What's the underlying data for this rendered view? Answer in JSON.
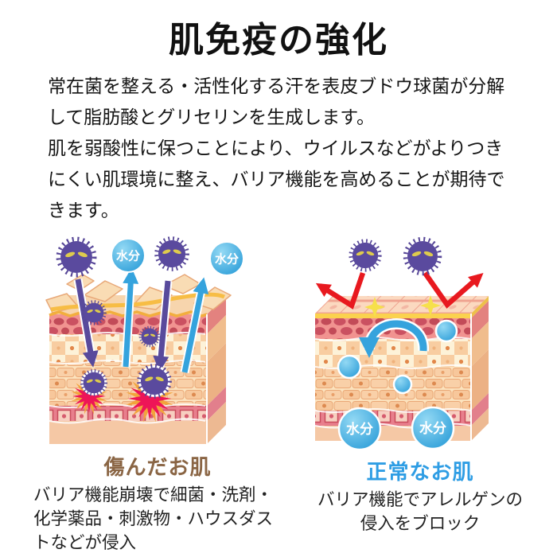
{
  "title": "肌免疫の強化",
  "intro": {
    "p1": "常在菌を整える・活性化する汗を表皮ブドウ球菌が分解して脂肪酸とグリセリンを生成します。",
    "p2": "肌を弱酸性に保つことにより、ウイルスなどがよりつきにくい肌環境に整え、バリア機能を高めることが期待できます。"
  },
  "diagrams": {
    "damaged": {
      "caption": "傷んだお肌",
      "caption_color": "#8a6544",
      "description": "バリア機能崩壊で細菌・洗剤・化学薬品・刺激物・ハウスダストなどが侵入",
      "moisture_label": "水分"
    },
    "normal": {
      "caption": "正常なお肌",
      "caption_color": "#2e9de4",
      "description": "バリア機能でアレルゲンの侵入をブロック",
      "moisture_label": "水分"
    }
  },
  "palette": {
    "virus_purple": "#5a4a9e",
    "virus_eyes_yellow": "#decb4d",
    "moisture_blue": "#45b0e8",
    "invade_arrow_purple": "#584a9c",
    "escape_arrow_blue": "#35a3dd",
    "block_arrow_red": "#e8191f",
    "inflammation_red": "#ee1557",
    "inflammation_orange": "#f2a43a",
    "sparkle_yellow": "#f6e04b",
    "skin_surface_yellow": "#fbd24e",
    "skin_cells_pink": "#f19390",
    "skin_base_peach": "#f5c8a5"
  }
}
